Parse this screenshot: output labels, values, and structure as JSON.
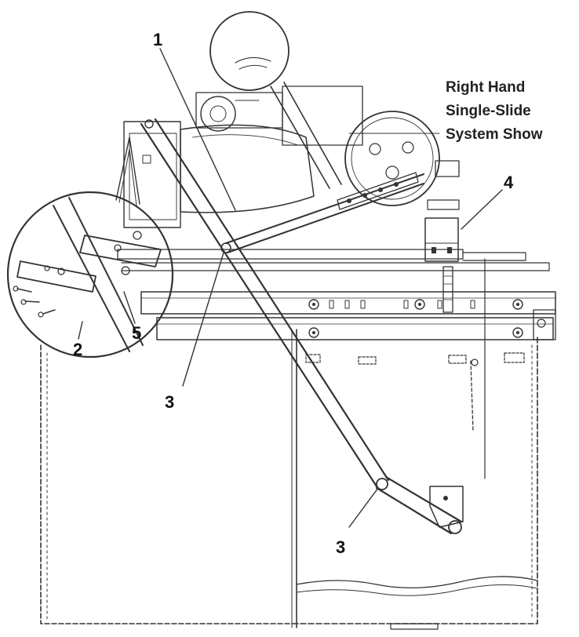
{
  "title_lines": [
    "Right Hand",
    "Single-Slide",
    "System Show"
  ],
  "callouts": {
    "c1": "1",
    "c2": "2",
    "c3a": "3",
    "c3b": "3",
    "c4": "4",
    "c5": "5"
  }
}
